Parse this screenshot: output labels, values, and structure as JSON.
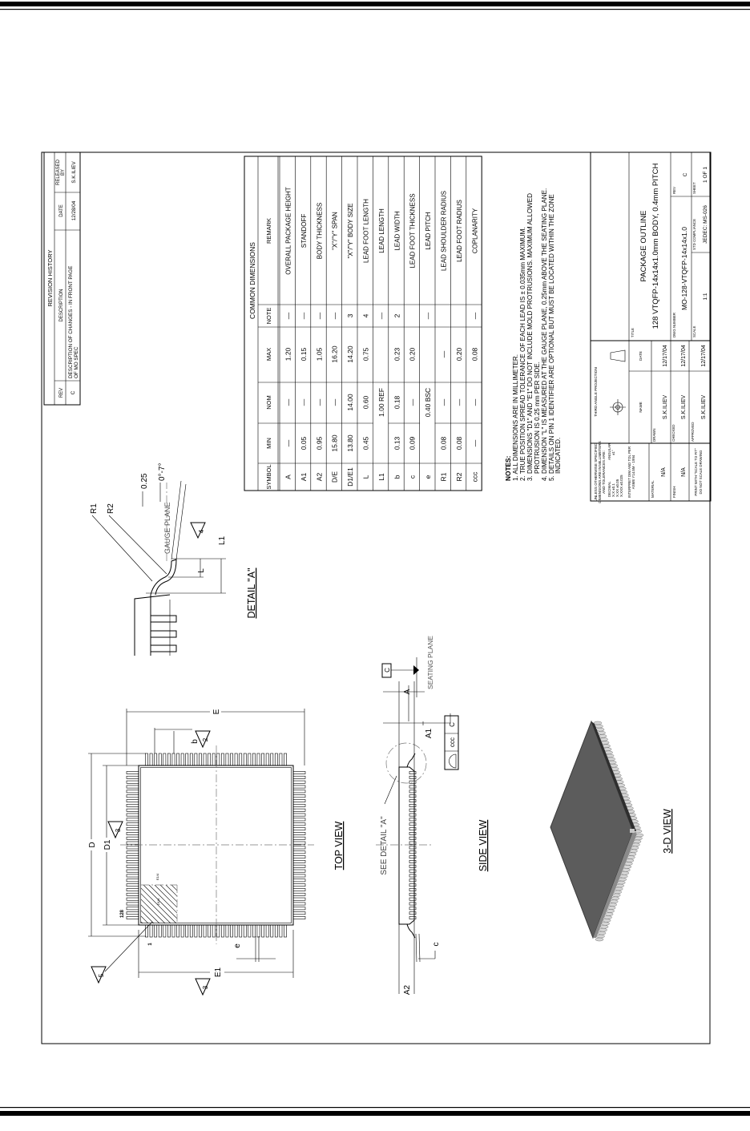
{
  "revision_history": {
    "title": "REVISION HISTORY",
    "headers": {
      "rev": "REV",
      "description": "DESCRIPTION",
      "date": "DATE",
      "released_by_1": "RELEASED",
      "released_by_2": "BY"
    },
    "rows": [
      {
        "rev": "C",
        "description_1": "DESCRIPTION OF CHANGES - IN FRONT PAGE",
        "description_2": "OF MO SPEC",
        "date": "12/28/04",
        "released_by": "S.K.ILIEV"
      }
    ]
  },
  "dimensions_table": {
    "title": "COMMON DIMENSIONS",
    "headers": [
      "SYMBOL",
      "MIN",
      "NOM",
      "MAX",
      "NOTE",
      "REMARK"
    ],
    "rows": [
      {
        "symbol": "A",
        "min": "—",
        "nom": "—",
        "max": "1.20",
        "note": "—",
        "remark": "OVERALL PACKAGE HEIGHT"
      },
      {
        "symbol": "A1",
        "min": "0.05",
        "nom": "—",
        "max": "0.15",
        "note": "—",
        "remark": "STANDOFF"
      },
      {
        "symbol": "A2",
        "min": "0.95",
        "nom": "—",
        "max": "1.05",
        "note": "—",
        "remark": "BODY THICKNESS"
      },
      {
        "symbol": "D/E",
        "min": "15.80",
        "nom": "—",
        "max": "16.20",
        "note": "—",
        "remark": "\"X\"/\"Y\" SPAN"
      },
      {
        "symbol": "D1/E1",
        "min": "13.80",
        "nom": "14.00",
        "max": "14.20",
        "note": "3",
        "remark": "\"X\"/\"Y\" BODY SIZE"
      },
      {
        "symbol": "L",
        "min": "0.45",
        "nom": "0.60",
        "max": "0.75",
        "note": "4",
        "remark": "LEAD FOOT LENGTH"
      },
      {
        "symbol": "L1",
        "span": "1.00 REF",
        "note": "—",
        "remark": "LEAD LENGTH"
      },
      {
        "symbol": "b",
        "min": "0.13",
        "nom": "0.18",
        "max": "0.23",
        "note": "2",
        "remark": "LEAD WIDTH"
      },
      {
        "symbol": "c",
        "min": "0.09",
        "nom": "—",
        "max": "0.20",
        "note": "",
        "remark": "LEAD FOOT THICKNESS"
      },
      {
        "symbol": "e",
        "span": "0.40 BSC",
        "note": "—",
        "remark": "LEAD PITCH"
      },
      {
        "symbol": "R1",
        "min": "0.08",
        "nom": "—",
        "max": "—",
        "note": "",
        "remark": "LEAD SHOULDER RADIUS"
      },
      {
        "symbol": "R2",
        "min": "0.08",
        "nom": "—",
        "max": "0.20",
        "note": "",
        "remark": "LEAD FOOT RADIUS"
      },
      {
        "symbol": "ccc",
        "min": "—",
        "nom": "—",
        "max": "0.08",
        "note": "—",
        "remark": "COPLANARITY"
      }
    ]
  },
  "notes": {
    "title": "NOTES:",
    "lines": [
      "1. ALL DIMENSIONS ARE IN MILLIMETER.",
      "2. TRUE POSITION SPREAD TOLERANCE OF EACH LEAD IS ± 0.035mm MAXIMUM.",
      "3. DIMENSIONS \"D1\" AND \"E1\" DO NOT INCLUDE MOLD PROTRUSIONS. MAXIMUM ALLOWED",
      "PROTRUSION IS 0.25 mm PER SIDE.",
      "4. DIMENSION \"L\" IS MEASURED AT THE GAUGE PLANE, 0.25mm ABOVE THE SEATING PLANE.",
      "5. DETAILS ON PIN 1 IDENTIFIER ARE OPTIONAL BUT MUST BE LOCATED WITHIN THE ZONE",
      "INDICATED."
    ]
  },
  "views": {
    "top_view": "TOP VIEW",
    "side_view": "SIDE VIEW",
    "detail_a": "DETAIL \"A\"",
    "three_d_view": "3-D VIEW",
    "see_detail": "SEE DETAIL \"A\"",
    "seating_plane": "SEATING PLANE",
    "gauge_plane": "GAUGE PLANE",
    "labels": {
      "D": "D",
      "D1": "D1",
      "E": "E",
      "E1": "E1",
      "b": "b",
      "e": "e",
      "A": "A",
      "A1": "A1",
      "A2": "A2",
      "c": "c",
      "L": "L",
      "L1": "L1",
      "R1": "R1",
      "R2": "R2",
      "gauge": "0.25",
      "angle": "0°-7°",
      "pin1": "1",
      "pin128": "128",
      "D1_4": "D1/4",
      "E1_4": "E1/4",
      "datum": "C",
      "ccc": "ccc"
    },
    "callouts": {
      "note2": "2",
      "note3": "3",
      "note4": "4",
      "note5": "5"
    }
  },
  "title_block": {
    "tolerances": [
      "UNLESS OTHERWISE SPECIFIED",
      "DIMENSIONS ARE IN MILLIMETERS",
      "AND TOLERANCES ARE:"
    ],
    "decimal": "DECIMAL",
    "angular": "ANGULAR",
    "tol_x": "X.X    ±0.1",
    "tol_xx": "X.XX   ±0.05",
    "tol_xxx": "X.XXX ±0.025",
    "tol_ang": "±1°",
    "interpret_1": "INTERPRET DIM AND TOL PER",
    "interpret_2": "ASME Y14.5M - 1994",
    "material_label": "MATERIAL",
    "material": "N/A",
    "finish_label": "FINISH",
    "finish": "N/A",
    "print_1": "PRINT WITH \"SCALE TO FIT\"",
    "print_2": "DO NOT SCALE DRAWING",
    "projection": "THIRD ANGLE PROJECTION",
    "name_label": "NAME",
    "date_label": "DATE",
    "drawn_label": "DRAWN",
    "drawn_name": "S.K.ILIEV",
    "drawn_date": "12/17/04",
    "checked_label": "CHECKED",
    "checked_name": "S.K.ILIEV",
    "checked_date": "12/17/04",
    "approved_label": "APPROVED",
    "approved_name": "S.K.ILIEV",
    "approved_date": "12/17/04",
    "title_label": "TITLE",
    "title_1": "PACKAGE OUTLINE",
    "title_2": "128 VTQFP-14x14x1.0mm BODY, 0.4mm PITCH",
    "dwg_label": "DWG NUMBER",
    "dwg_number": "MO-128-VTQFP-14x14x1.0",
    "rev_label": "REV",
    "rev": "C",
    "scale_label": "SCALE",
    "scale": "1:1",
    "std_label": "STD COMPLIANCE",
    "std": "JEDEC: MS-026",
    "sheet_label": "SHEET",
    "sheet": "1 OF 1"
  }
}
